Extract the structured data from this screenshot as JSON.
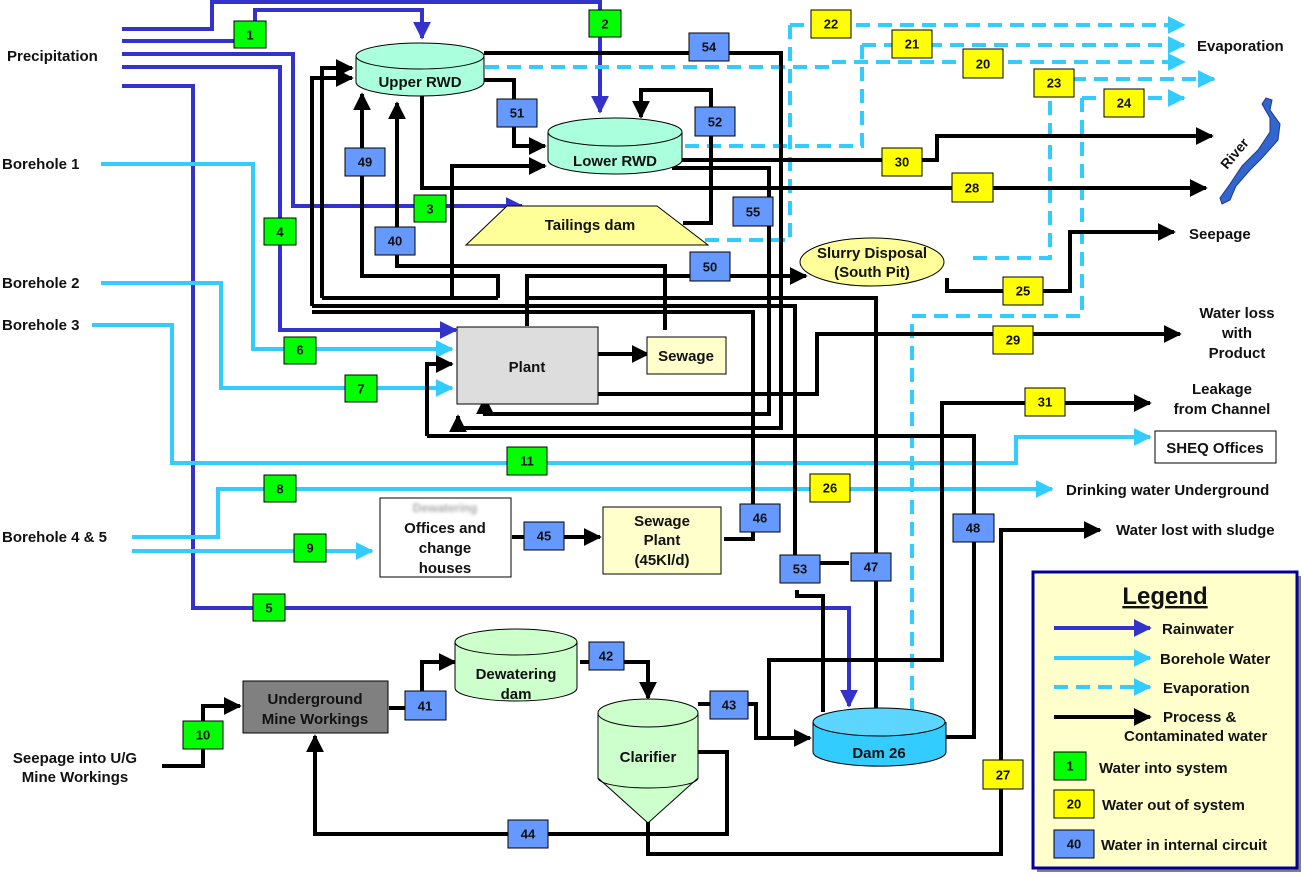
{
  "title": "Mine water balance flow diagram",
  "sources": {
    "precipitation": "Precipitation",
    "borehole1": "Borehole 1",
    "borehole2": "Borehole 2",
    "borehole3": "Borehole 3",
    "borehole45": "Borehole 4 & 5",
    "seepage_ug_line1": "Seepage into U/G",
    "seepage_ug_line2": "Mine Workings"
  },
  "nodes": {
    "upper_rwd": "Upper RWD",
    "lower_rwd": "Lower RWD",
    "tailings_dam": "Tailings dam",
    "slurry_line1": "Slurry Disposal",
    "slurry_line2": "(South Pit)",
    "plant": "Plant",
    "sewage": "Sewage",
    "offices_blurred": "Dewatering",
    "offices_line1": "Offices and",
    "offices_line2": "change",
    "offices_line3": "houses",
    "sewage_plant_line1": "Sewage",
    "sewage_plant_line2": "Plant",
    "sewage_plant_line3": "(45Kl/d)",
    "ug_line1": "Underground",
    "ug_line2": "Mine Workings",
    "dewatering_line1": "Dewatering",
    "dewatering_line2": "dam",
    "clarifier": "Clarifier",
    "dam26": "Dam 26",
    "sheq": "SHEQ Offices",
    "river": "River"
  },
  "sinks": {
    "evaporation": "Evaporation",
    "seepage": "Seepage",
    "loss_product_1": "Water loss",
    "loss_product_2": "with",
    "loss_product_3": "Product",
    "leakage_1": "Leakage",
    "leakage_2": "from Channel",
    "drinking": "Drinking water Underground",
    "sludge": "Water lost with sludge"
  },
  "tags": {
    "t1": "1",
    "t2": "2",
    "t3": "3",
    "t4": "4",
    "t5": "5",
    "t6": "6",
    "t7": "7",
    "t8": "8",
    "t9": "9",
    "t10": "10",
    "t11": "11",
    "t20": "20",
    "t21": "21",
    "t22": "22",
    "t23": "23",
    "t24": "24",
    "t25": "25",
    "t26": "26",
    "t27": "27",
    "t28": "28",
    "t29": "29",
    "t30": "30",
    "t31": "31",
    "t40": "40",
    "t41": "41",
    "t42": "42",
    "t43": "43",
    "t44": "44",
    "t45": "45",
    "t46": "46",
    "t47": "47",
    "t48": "48",
    "t49": "49",
    "t50": "50",
    "t51": "51",
    "t52": "52",
    "t53": "53",
    "t54": "54",
    "t55": "55"
  },
  "legend": {
    "title": "Legend",
    "rainwater": "Rainwater",
    "borehole": "Borehole Water",
    "evaporation": "Evaporation",
    "process_1": "Process &",
    "process_2": "Contaminated water",
    "in_sample": "1",
    "in_label": "Water into system",
    "out_sample": "20",
    "out_label": "Water out of system",
    "internal_sample": "40",
    "internal_label": "Water in internal circuit"
  },
  "colors": {
    "rainwater": "#3333cc",
    "borehole": "#33ccff",
    "process": "#000000",
    "tag_in": "#00ff00",
    "tag_out": "#ffff00",
    "tag_internal": "#6699ff",
    "rwd_fill": "#aaffdd",
    "dam26_fill": "#33ccff",
    "plant_fill": "#dddddd",
    "ug_fill": "#808080",
    "cream_fill": "#ffffcc",
    "green_tank_fill": "#ccffcc",
    "legend_fill": "#ffffcc",
    "legend_border": "#000099",
    "river": "#3366cc"
  }
}
